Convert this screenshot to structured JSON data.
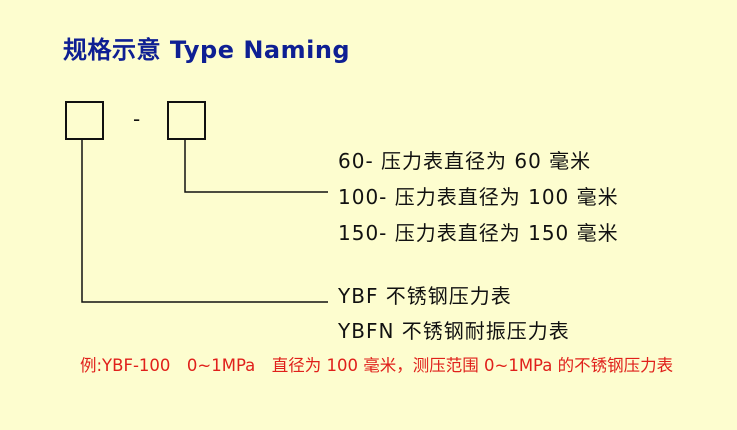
{
  "title": "规格示意 Type Naming",
  "code": {
    "separator": "-"
  },
  "size_options": [
    "60- 压力表直径为 60 毫米",
    "100- 压力表直径为 100 毫米",
    "150- 压力表直径为 150 毫米"
  ],
  "type_options": [
    "YBF 不锈钢压力表",
    "YBFN 不锈钢耐振压力表"
  ],
  "example": "例:YBF-100　0~1MPa　直径为 100 毫米，测压范围 0~1MPa 的不锈钢压力表",
  "colors": {
    "background": "#FDFDCF",
    "title": "#0E1F93",
    "example": "#E0201B",
    "text": "#111111"
  }
}
